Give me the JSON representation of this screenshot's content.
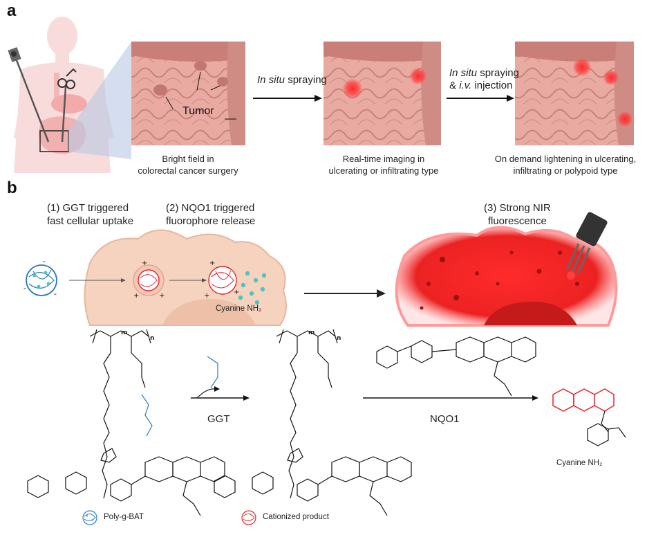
{
  "panel_a": {
    "letter": "a",
    "arrow1_label_italic": "In situ",
    "arrow1_label_rest": " spraying",
    "arrow2_label_line1_italic": "In situ",
    "arrow2_label_line1_rest": " spraying",
    "arrow2_label_line2_pre": "& ",
    "arrow2_label_line2_italic": "i.v.",
    "arrow2_label_line2_rest": " injection",
    "tumor_label": "Tumor",
    "caption1_line1": "Bright field in",
    "caption1_line2": "colorectal cancer surgery",
    "caption2_line1": "Real-time imaging in",
    "caption2_line2": "ulcerating or infiltrating type",
    "caption3_line1": "On demand lightening in ulcerating,",
    "caption3_line2": "infiltrating or polypoid type"
  },
  "panel_b": {
    "letter": "b",
    "step1_line1": "(1) GGT triggered",
    "step1_line2": "fast cellular uptake",
    "step2_line1": "(2) NQO1 triggered",
    "step2_line2": "fluorophore release",
    "step3_line1": "(3) Strong NIR",
    "step3_line2": "fluorescence",
    "cyanine_cell_label": "Cyanine NH₂",
    "enzyme1": "GGT",
    "enzyme2": "NQO1",
    "product_label": "Cyanine NH₂",
    "legend1": "Poly-g-BAT",
    "legend2": "Cationized product",
    "subscript_m": "m",
    "subscript_n": "n"
  },
  "colors": {
    "tissue": "#e8a7a0",
    "tissue_dark": "#c97f78",
    "cell": "#f6d3bf",
    "cell_border": "#e7b79d",
    "nir_red": "#e02a2a",
    "blue": "#2a7bbf",
    "teal": "#4fc3c3",
    "dye_red": "#e8232a"
  }
}
